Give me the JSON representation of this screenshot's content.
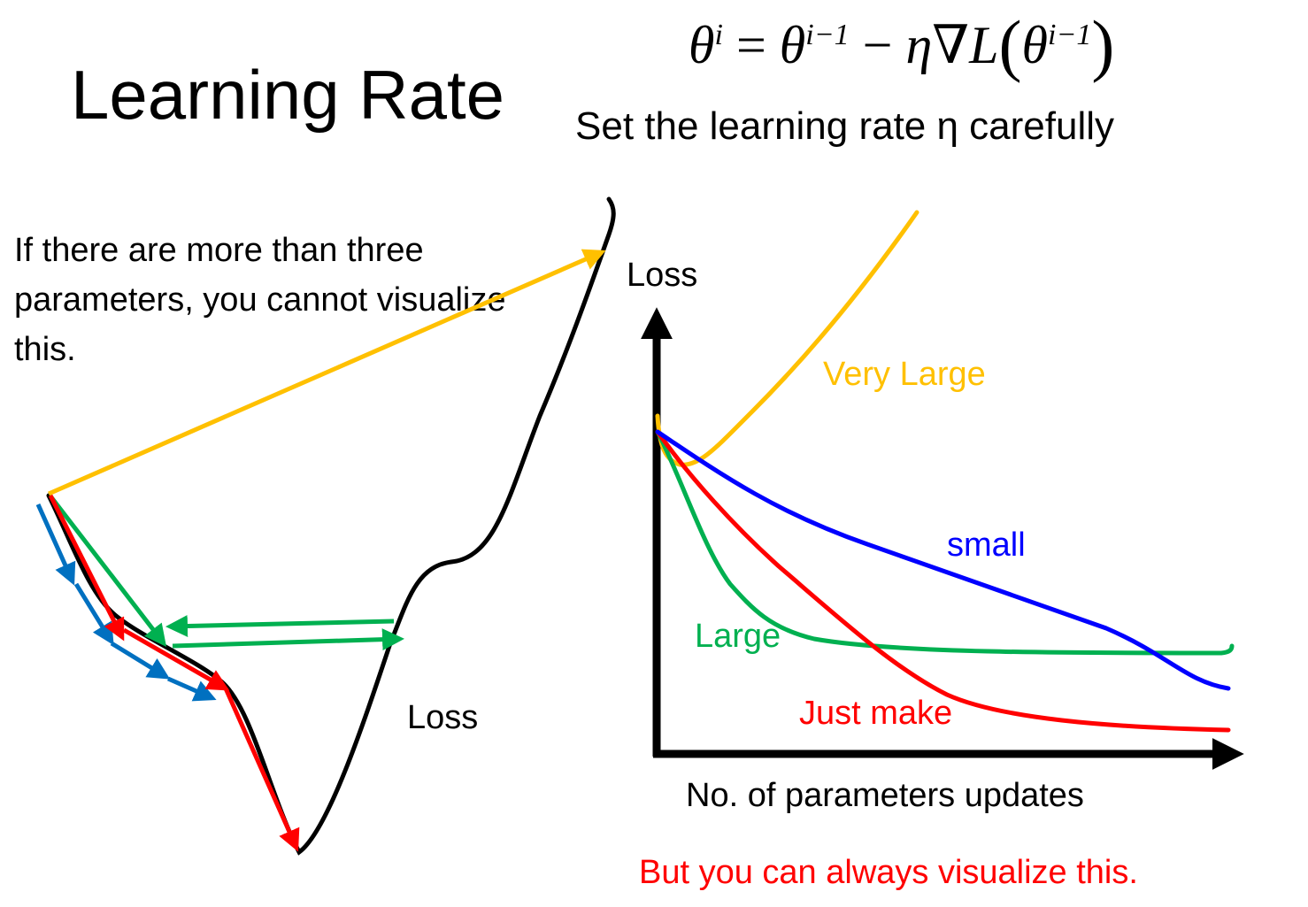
{
  "title": "Learning Rate",
  "formula": {
    "theta": "θ",
    "sup_i": "i",
    "sup_prev": "i−1",
    "equals": " = ",
    "minus": " − ",
    "eta": "η",
    "nabla": "∇",
    "L": "L",
    "lparen": "(",
    "rparen": ")"
  },
  "subtitle": "Set the learning rate η carefully",
  "note": "If there are more than three parameters, you cannot visualize this.",
  "surface_label": "Loss",
  "plot": {
    "y_axis_label": "Loss",
    "x_axis_label": "No. of parameters updates",
    "curves": [
      {
        "label": "Very Large",
        "color": "#ffc000"
      },
      {
        "label": "small",
        "color": "#0000ff"
      },
      {
        "label": "Large",
        "color": "#00b050"
      },
      {
        "label": "Just make",
        "color": "#ff0000"
      }
    ]
  },
  "footer": "But you can always visualize this.",
  "colors": {
    "very_large": "#ffc000",
    "large": "#00b050",
    "small": "#0070c0",
    "small_plot": "#0000ff",
    "just_make": "#ff0000",
    "ink": "#000000"
  }
}
